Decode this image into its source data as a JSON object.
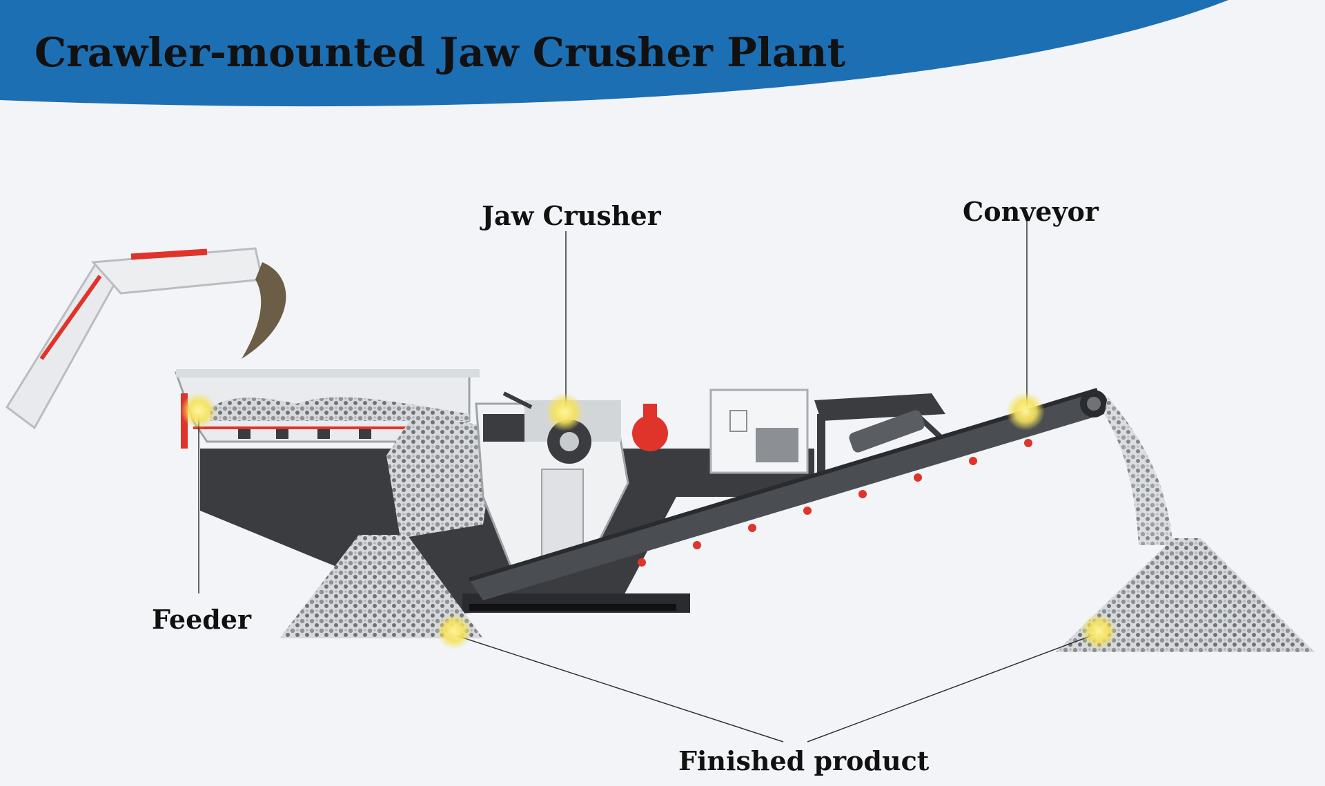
{
  "title": "Crawler-mounted Jaw Crusher Plant",
  "labels": {
    "jaw_crusher": "Jaw Crusher",
    "conveyor": "Conveyor",
    "feeder": "Feeder",
    "finished_product": "Finished product"
  },
  "colors": {
    "banner": "#1d6fb4",
    "machine_dark": "#3a3c40",
    "accent_red": "#e0332a",
    "highlight": "#f5e25a"
  }
}
